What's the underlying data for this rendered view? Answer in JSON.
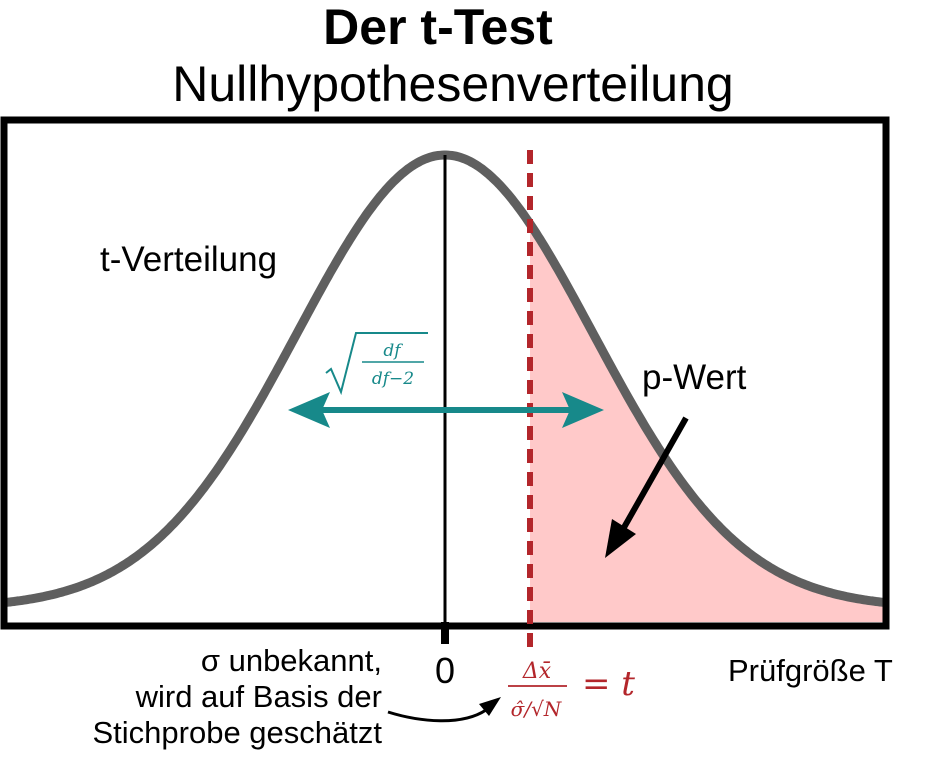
{
  "title": "Der t-Test",
  "subtitle": "Nullhypothesenverteilung",
  "labels": {
    "distribution": "t-Verteilung",
    "p_value": "p-Wert",
    "zero_tick": "0",
    "x_axis": "Prüfgröße T",
    "std_formula_num": "df",
    "std_formula_den": "df−2",
    "t_numerator": "Δx̄",
    "t_denominator": "σ̂/√N",
    "t_result": "= t"
  },
  "note_lines": [
    "σ unbekannt,",
    "wird auf Basis der",
    "Stichprobe geschätzt"
  ],
  "colors": {
    "curve": "#5f5f5f",
    "critical_line": "#b3262b",
    "p_area": "#ffc9c9",
    "std_arrow": "#17898a",
    "frame": "#000000"
  }
}
